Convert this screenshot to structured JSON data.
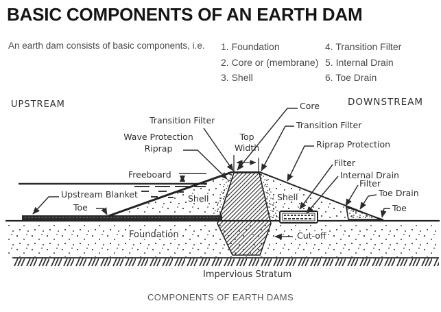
{
  "header": {
    "title": "BASIC COMPONENTS OF AN EARTH DAM",
    "intro": "An earth dam consists of basic components, i.e.",
    "list_col1": [
      "1. Foundation",
      "2. Core or (membrane)",
      "3. Shell"
    ],
    "list_col2": [
      "4. Transition Filter",
      "5. Internal Drain",
      "6. Toe Drain"
    ]
  },
  "diagram": {
    "region_upstream": "UPSTREAM",
    "region_downstream": "DOWNSTREAM",
    "labels": {
      "transition_filter_left": "Transition Filter",
      "wave_protection_line1": "Wave Protection",
      "wave_protection_line2": "Riprap",
      "freeboard": "Freeboard",
      "top_width_line1": "Top",
      "top_width_line2": "Width",
      "core": "Core",
      "transition_filter_right": "Transition Filter",
      "riprap_protection": "Riprap Protection",
      "filter_upper": "Filter",
      "internal_drain": "Internal Drain",
      "filter_lower": "Filter",
      "toe_drain": "Toe Drain",
      "toe_right": "Toe",
      "upstream_blanket": "Upstream Blanket",
      "toe_left": "Toe",
      "shell_left": "Shell",
      "shell_right": "Shell",
      "foundation": "Foundation",
      "cutoff": "Cut-off",
      "impervious_stratum": "Impervious Stratum"
    }
  },
  "caption": "COMPONENTS OF EARTH DAMS",
  "colors": {
    "title_text": "#151515",
    "body_text": "#4a4a4a",
    "diagram_ink": "#2b2b2b",
    "caption_text": "#555555",
    "background": "#ffffff"
  }
}
